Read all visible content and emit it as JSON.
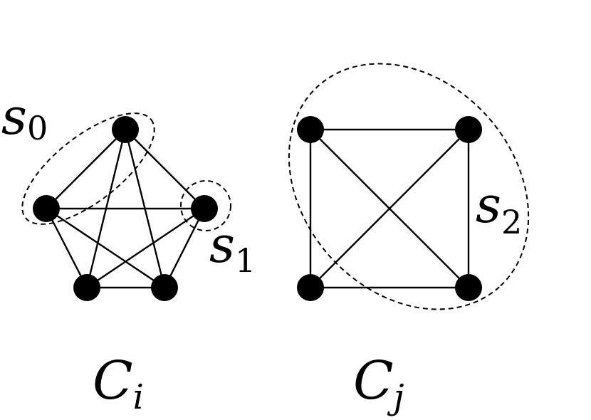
{
  "graphs": [
    {
      "id": "ci",
      "caption_base": "C",
      "caption_sub": "i",
      "vertices": 5,
      "subsets": [
        {
          "base": "s",
          "sub": "0"
        },
        {
          "base": "s",
          "sub": "1"
        }
      ]
    },
    {
      "id": "cj",
      "caption_base": "C",
      "caption_sub": "j",
      "vertices": 4,
      "subsets": [
        {
          "base": "s",
          "sub": "2"
        }
      ]
    }
  ],
  "colors": {
    "ink": "#000000",
    "background": "#ffffff"
  }
}
